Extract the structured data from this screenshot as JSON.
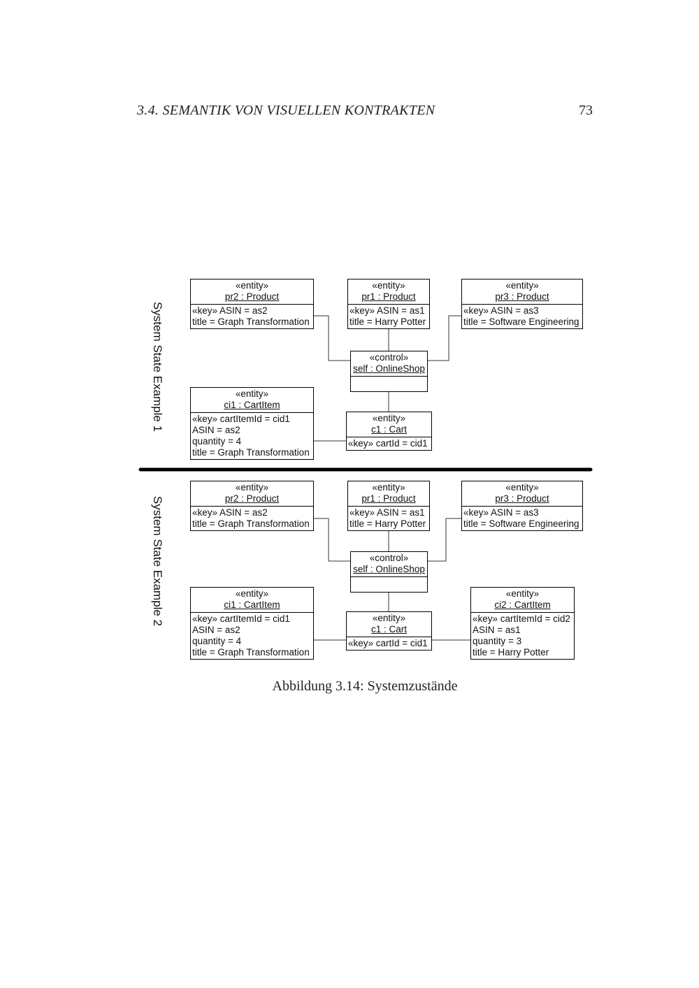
{
  "header": {
    "section_title": "3.4.  SEMANTIK VON VISUELLEN KONTRAKTEN",
    "page_number": "73"
  },
  "figure": {
    "caption": "Abbildung 3.14: Systemzustände",
    "diagrams": [
      {
        "label": "System State Example 1",
        "objects": {
          "pr2": {
            "stereotype": "«entity»",
            "name": "pr2 : Product",
            "attributes": [
              "«key» ASIN = as2",
              "title = Graph Transformation"
            ]
          },
          "pr1": {
            "stereotype": "«entity»",
            "name": "pr1 : Product",
            "attributes": [
              "«key» ASIN = as1",
              "title = Harry Potter"
            ]
          },
          "pr3": {
            "stereotype": "«entity»",
            "name": "pr3 : Product",
            "attributes": [
              "«key» ASIN = as3",
              "title = Software Engineering"
            ]
          },
          "self": {
            "stereotype": "«control»",
            "name": "self : OnlineShop",
            "attributes": []
          },
          "ci1": {
            "stereotype": "«entity»",
            "name": "ci1 : CartItem",
            "attributes": [
              "«key» cartItemId = cid1",
              "ASIN = as2",
              "quantity = 4",
              "title = Graph Transformation"
            ]
          },
          "c1": {
            "stereotype": "«entity»",
            "name": "c1 : Cart",
            "attributes": [
              "«key» cartId = cid1"
            ]
          }
        }
      },
      {
        "label": "System State Example 2",
        "objects": {
          "pr2": {
            "stereotype": "«entity»",
            "name": "pr2 : Product",
            "attributes": [
              "«key» ASIN = as2",
              "title = Graph Transformation"
            ]
          },
          "pr1": {
            "stereotype": "«entity»",
            "name": "pr1 : Product",
            "attributes": [
              "«key» ASIN = as1",
              "title = Harry Potter"
            ]
          },
          "pr3": {
            "stereotype": "«entity»",
            "name": "pr3 : Product",
            "attributes": [
              "«key» ASIN = as3",
              "title = Software Engineering"
            ]
          },
          "self": {
            "stereotype": "«control»",
            "name": "self : OnlineShop",
            "attributes": []
          },
          "ci1": {
            "stereotype": "«entity»",
            "name": "ci1 : CartItem",
            "attributes": [
              "«key» cartItemId = cid1",
              "ASIN = as2",
              "quantity = 4",
              "title = Graph Transformation"
            ]
          },
          "c1": {
            "stereotype": "«entity»",
            "name": "c1 : Cart",
            "attributes": [
              "«key» cartId = cid1"
            ]
          },
          "ci2": {
            "stereotype": "«entity»",
            "name": "ci2 : CartItem",
            "attributes": [
              "«key» cartItemId = cid2",
              "ASIN = as1",
              "quantity = 3",
              "title = Harry Potter"
            ]
          }
        }
      }
    ]
  }
}
